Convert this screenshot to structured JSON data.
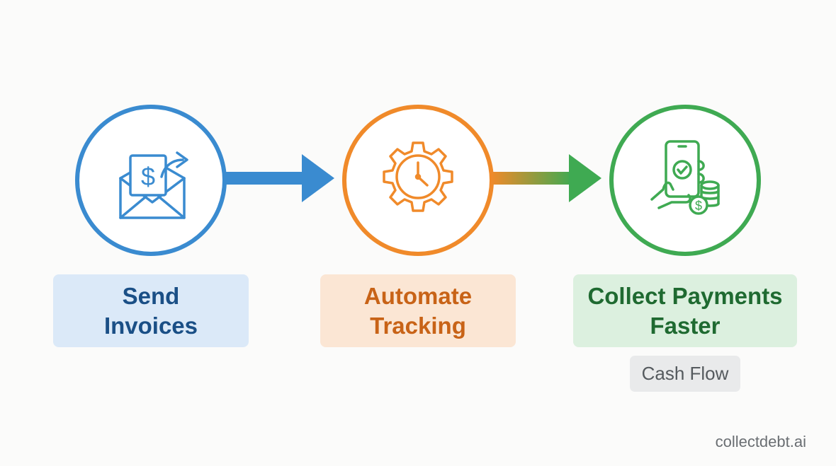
{
  "diagram": {
    "steps": [
      {
        "label": "Send\nInvoices",
        "icon": "invoice-envelope-icon",
        "color": "#3a8bd0"
      },
      {
        "label": "Automate\nTracking",
        "icon": "gear-clock-icon",
        "color": "#f08a2a"
      },
      {
        "label": "Collect Payments\nFaster",
        "icon": "phone-payment-icon",
        "color": "#3faa52"
      }
    ],
    "badge": "Cash Flow",
    "footer": "collectdebt.ai"
  }
}
